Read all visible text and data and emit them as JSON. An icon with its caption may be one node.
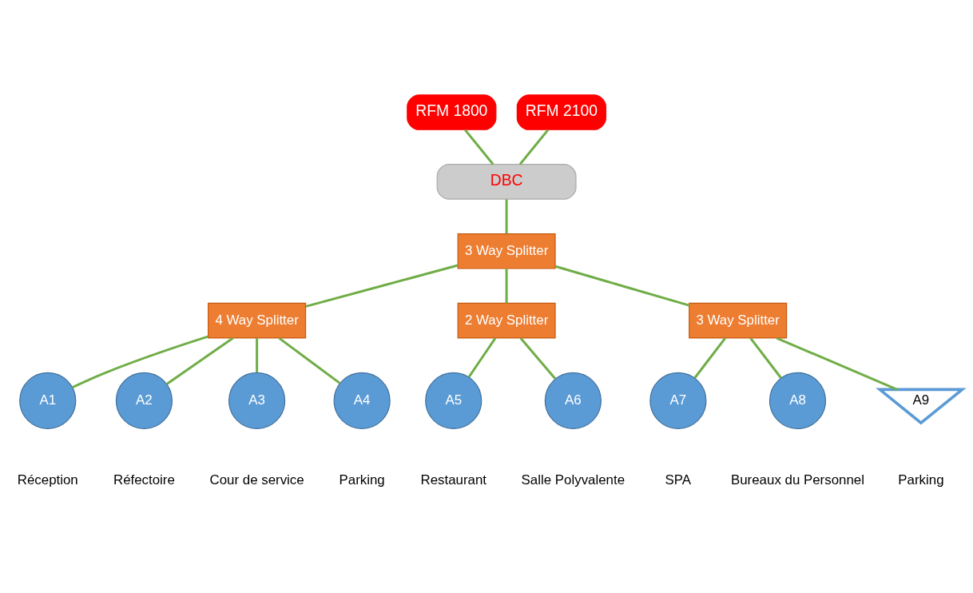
{
  "diagram": {
    "nodes": [
      {
        "text": [
          "RFM 1800"
        ]
      },
      {
        "text": [
          "RFM 2100"
        ]
      },
      {
        "text": [
          "DBC"
        ]
      },
      {
        "text": [
          "3 Way Splitter"
        ]
      },
      {
        "text": [
          "4 Way Splitter"
        ]
      },
      {
        "text": [
          "2 Way Splitter"
        ]
      },
      {
        "text": [
          "3 Way Splitter"
        ]
      },
      {
        "text": [
          "A1"
        ],
        "beside": [
          "Réception"
        ]
      },
      {
        "text": [
          "A2"
        ],
        "beside": [
          "Réfectoire"
        ]
      },
      {
        "text": [
          "A3"
        ],
        "beside": [
          "Cour de service"
        ]
      },
      {
        "text": [
          "A4"
        ],
        "beside": [
          "Parking"
        ]
      },
      {
        "text": [
          "A5"
        ],
        "beside": [
          "Restaurant"
        ]
      },
      {
        "text": [
          "A6"
        ],
        "beside": [
          "Salle Polyvalente"
        ]
      },
      {
        "text": [
          "A7"
        ],
        "beside": [
          "SPA"
        ]
      },
      {
        "text": [
          "A8"
        ],
        "beside": [
          "Bureaux du Personnel"
        ]
      },
      {
        "text": [
          "A9"
        ],
        "beside": [
          "Parking"
        ]
      }
    ],
    "edges": [
      {
        "from": 0,
        "to": 2,
        "arrow": "none"
      },
      {
        "from": 1,
        "to": 2,
        "arrow": "none"
      },
      {
        "from": 2,
        "to": 3,
        "arrow": "none"
      },
      {
        "from": 3,
        "to": 4,
        "arrow": "none"
      },
      {
        "from": 3,
        "to": 5,
        "arrow": "none"
      },
      {
        "from": 3,
        "to": 6,
        "arrow": "none"
      },
      {
        "from": 4,
        "to": 7,
        "arrow": "none"
      },
      {
        "from": 4,
        "to": 8,
        "arrow": "none"
      },
      {
        "from": 4,
        "to": 9,
        "arrow": "none"
      },
      {
        "from": 4,
        "to": 10,
        "arrow": "none"
      },
      {
        "from": 5,
        "to": 11,
        "arrow": "none"
      },
      {
        "from": 5,
        "to": 12,
        "arrow": "none"
      },
      {
        "from": 6,
        "to": 13,
        "arrow": "none"
      },
      {
        "from": 6,
        "to": 14,
        "arrow": "none"
      },
      {
        "from": 6,
        "to": 15,
        "arrow": "none"
      }
    ]
  }
}
